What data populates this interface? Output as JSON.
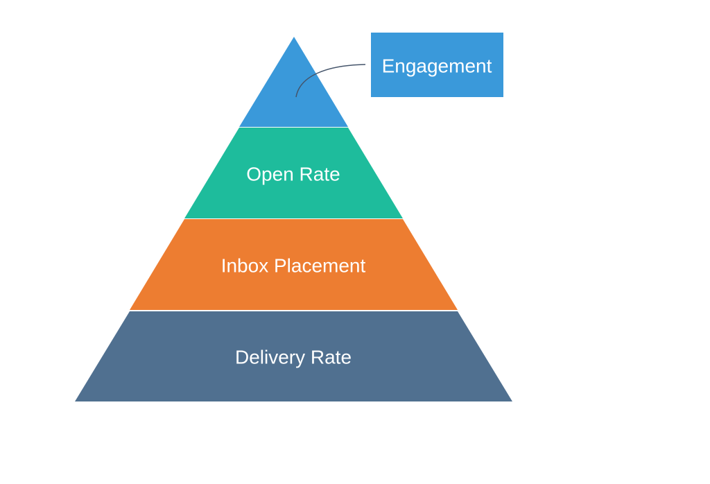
{
  "pyramid": {
    "layers": [
      {
        "label": "",
        "color": "#3A99DA"
      },
      {
        "label": "Open Rate",
        "color": "#1EBC9C"
      },
      {
        "label": "Inbox Placement",
        "color": "#ED7D31"
      },
      {
        "label": "Delivery Rate",
        "color": "#507090"
      }
    ]
  },
  "callout": {
    "text": "Engagement",
    "color": "#3A99DA",
    "connector_color": "#44546A"
  }
}
